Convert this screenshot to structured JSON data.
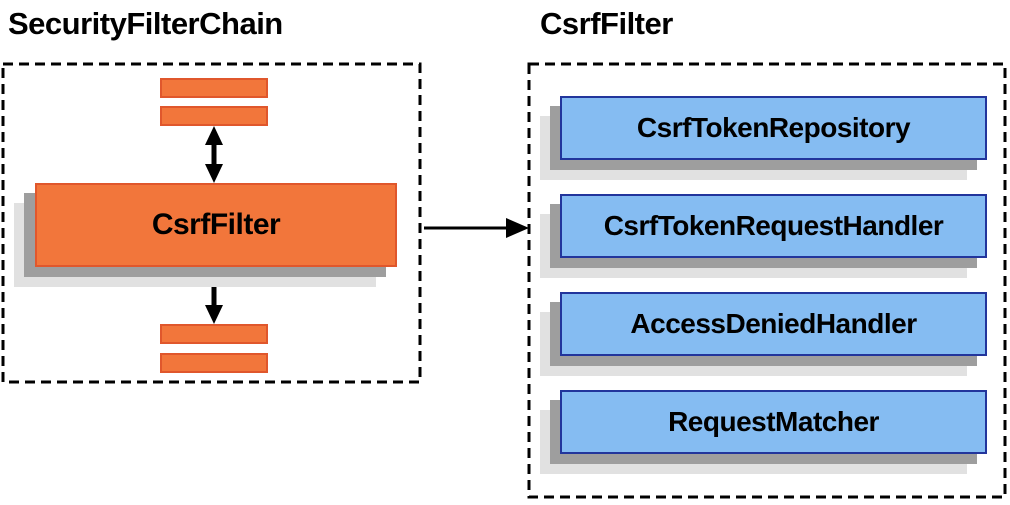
{
  "left_panel": {
    "title": "SecurityFilterChain",
    "filter_box_label": "CsrfFilter"
  },
  "right_panel": {
    "title": "CsrfFilter",
    "components": [
      {
        "label": "CsrfTokenRepository"
      },
      {
        "label": "CsrfTokenRequestHandler"
      },
      {
        "label": "AccessDeniedHandler"
      },
      {
        "label": "RequestMatcher"
      }
    ]
  },
  "colors": {
    "ink": "#000000",
    "orange": "#F2763B",
    "orange_border": "#E0572C",
    "blue": "#85BCF2",
    "blue_border": "#22359C",
    "shadow_dark": "#9E9E9E",
    "shadow_light": "#E1E1E1",
    "canvas_bg": "#FFFFFF"
  }
}
